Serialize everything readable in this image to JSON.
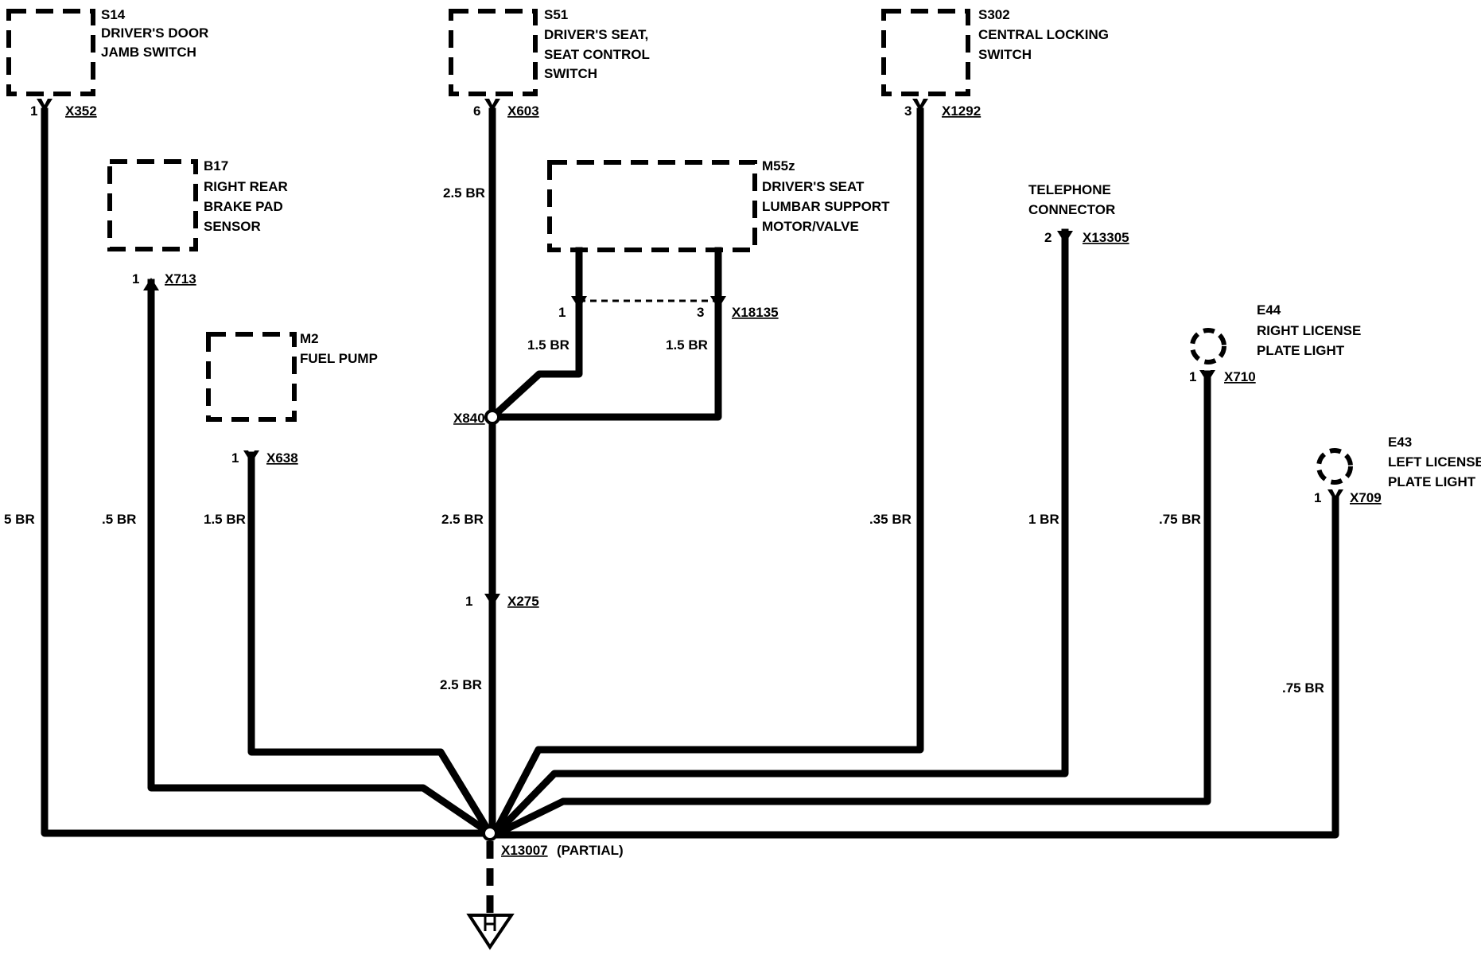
{
  "components": {
    "s14": {
      "id": "S14",
      "line1": "DRIVER'S DOOR",
      "line2": "JAMB SWITCH"
    },
    "s51": {
      "id": "S51",
      "line1": "DRIVER'S SEAT,",
      "line2": "SEAT CONTROL",
      "line3": "SWITCH"
    },
    "s302": {
      "id": "S302",
      "line1": "CENTRAL LOCKING",
      "line2": "SWITCH"
    },
    "b17": {
      "id": "B17",
      "line1": "RIGHT REAR",
      "line2": "BRAKE PAD",
      "line3": "SENSOR"
    },
    "m55z": {
      "id": "M55z",
      "line1": "DRIVER'S SEAT",
      "line2": "LUMBAR SUPPORT",
      "line3": "MOTOR/VALVE"
    },
    "m2": {
      "id": "M2",
      "line1": "FUEL PUMP"
    },
    "telephone": {
      "line1": "TELEPHONE",
      "line2": "CONNECTOR"
    },
    "e44": {
      "id": "E44",
      "line1": "RIGHT LICENSE",
      "line2": "PLATE LIGHT"
    },
    "e43": {
      "id": "E43",
      "line1": "LEFT LICENSE",
      "line2": "PLATE LIGHT"
    }
  },
  "connectors": {
    "x352": {
      "pin": "1",
      "name": "X352"
    },
    "x603": {
      "pin": "6",
      "name": "X603"
    },
    "x1292": {
      "pin": "3",
      "name": "X1292"
    },
    "x713": {
      "pin": "1",
      "name": "X713"
    },
    "x13305": {
      "pin": "2",
      "name": "X13305"
    },
    "x18135": {
      "pin_a": "1",
      "pin_b": "3",
      "name": "X18135"
    },
    "x638": {
      "pin": "1",
      "name": "X638"
    },
    "x710": {
      "pin": "1",
      "name": "X710"
    },
    "x709": {
      "pin": "1",
      "name": "X709"
    },
    "x275": {
      "pin": "1",
      "name": "X275"
    },
    "x840": {
      "name": "X840"
    },
    "x13007": {
      "name": "X13007",
      "note": "(PARTIAL)"
    }
  },
  "wires": {
    "w_s14": "5 BR",
    "w_b17": ".5 BR",
    "w_m2": "1.5 BR",
    "w_s51": "2.5 BR",
    "w_m55_left": "1.5 BR",
    "w_m55_right": "1.5 BR",
    "w_x840_down": "2.5 BR",
    "w_x275_down": "2.5 BR",
    "w_s302": ".35 BR",
    "w_phone": "1 BR",
    "w_e44": ".75 BR",
    "w_e43": ".75 BR"
  }
}
